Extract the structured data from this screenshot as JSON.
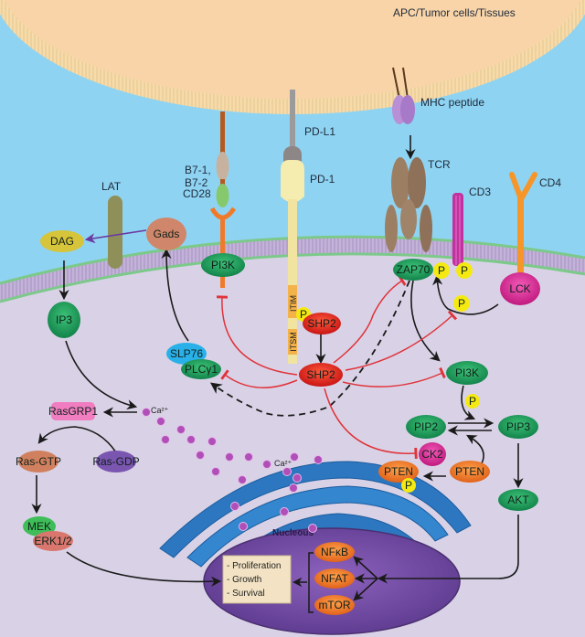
{
  "title": "PD-1 / TCR / CD28 signaling in T cells",
  "regions": {
    "apc_label": "APC/Tumor cells/Tissues",
    "nucleus_label": "Nucleous"
  },
  "receptors": {
    "b7": "B7-1,\nB7-2",
    "b7_line1": "B7-1,",
    "b7_line2": "B7-2",
    "pdl1": "PD-L1",
    "mhc": "MHC peptide",
    "cd28": "CD28",
    "pd1": "PD-1",
    "tcr": "TCR",
    "cd3": "CD3",
    "cd4": "CD4",
    "lat": "LAT",
    "itim": "ITIM",
    "itsm": "ITSM"
  },
  "nodes": {
    "dag": "DAG",
    "gads": "Gads",
    "pi3k_cd28": "PI3K",
    "zap70": "ZAP70",
    "lck": "LCK",
    "ip3": "IP3",
    "shp2_bound": "SHP2",
    "shp2": "SHP2",
    "slp76": "SLP76",
    "plcg1": "PLCγ1",
    "pi3k": "PI3K",
    "rasgrp1": "RasGRP1",
    "ca": "Ca²⁺",
    "pip2": "PIP2",
    "pip3": "PIP3",
    "ck2": "CK2",
    "pten_p": "PTEN",
    "pten": "PTEN",
    "ras_gtp": "Ras-GTP",
    "ras_gdp": "Ras-GDP",
    "akt": "AKT",
    "mek": "MEK",
    "erk": "ERK1/2",
    "nfkb": "NFκB",
    "nfat": "NFAT",
    "mtor": "mTOR",
    "phospho": "P"
  },
  "outcomes": [
    "- Proliferation",
    "- Growth",
    "- Survival"
  ],
  "colors": {
    "apc": "#f9d4a8",
    "extracellular": "#8fd3f2",
    "cytoplasm": "#d9d2e6",
    "membrane_green": "#7cc98a",
    "membrane_lipid": "#b9a7d0",
    "green_node": "#1fa05a",
    "red_node": "#e2261f",
    "orange_node": "#f07a22",
    "magenta_node": "#d8248f",
    "blue_node": "#2ab0e8",
    "phospho": "#f4ea12",
    "er": "#2d77c0",
    "nucleus": "#7a4fa8",
    "inhibit": "#e0333a"
  }
}
